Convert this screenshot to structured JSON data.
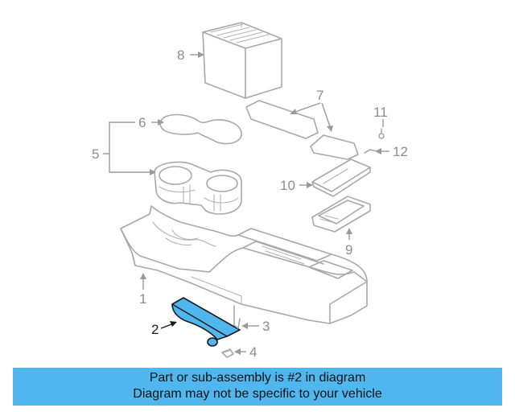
{
  "diagram": {
    "callouts": [
      "1",
      "2",
      "3",
      "4",
      "5",
      "6",
      "7",
      "8",
      "9",
      "10",
      "11",
      "12"
    ],
    "highlight_color": "#4fb6ee"
  },
  "footer": {
    "line1": "Part or sub-assembly is #2 in diagram",
    "line2": "Diagram may not be specific to your vehicle",
    "background": "#4fb6ee"
  }
}
